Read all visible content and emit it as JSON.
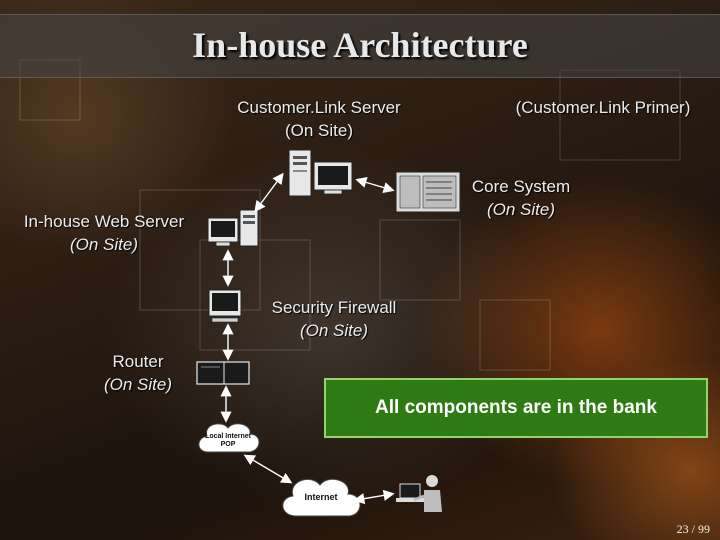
{
  "slide": {
    "title": "In-house Architecture",
    "page": "23 / 99"
  },
  "nodes": {
    "customerlink_server": {
      "line1": "Customer.Link Server",
      "line2": "(On Site)"
    },
    "primer": {
      "text": "(Customer.Link Primer)"
    },
    "core_system": {
      "line1": "Core System",
      "line2": "(On Site)"
    },
    "web_server": {
      "line1": "In-house Web Server",
      "line2": "(On Site)"
    },
    "firewall": {
      "line1": "Security Firewall",
      "line2": "(On Site)"
    },
    "router": {
      "line1": "Router",
      "line2": "(On Site)"
    },
    "pop": {
      "line1": "Local Internet",
      "line2": "POP"
    },
    "internet": {
      "text": "Internet"
    }
  },
  "callout": {
    "text": "All components are in the bank"
  },
  "colors": {
    "callout_bg": "#2e7a13",
    "callout_border": "#8fd66a",
    "text": "#ececec"
  }
}
